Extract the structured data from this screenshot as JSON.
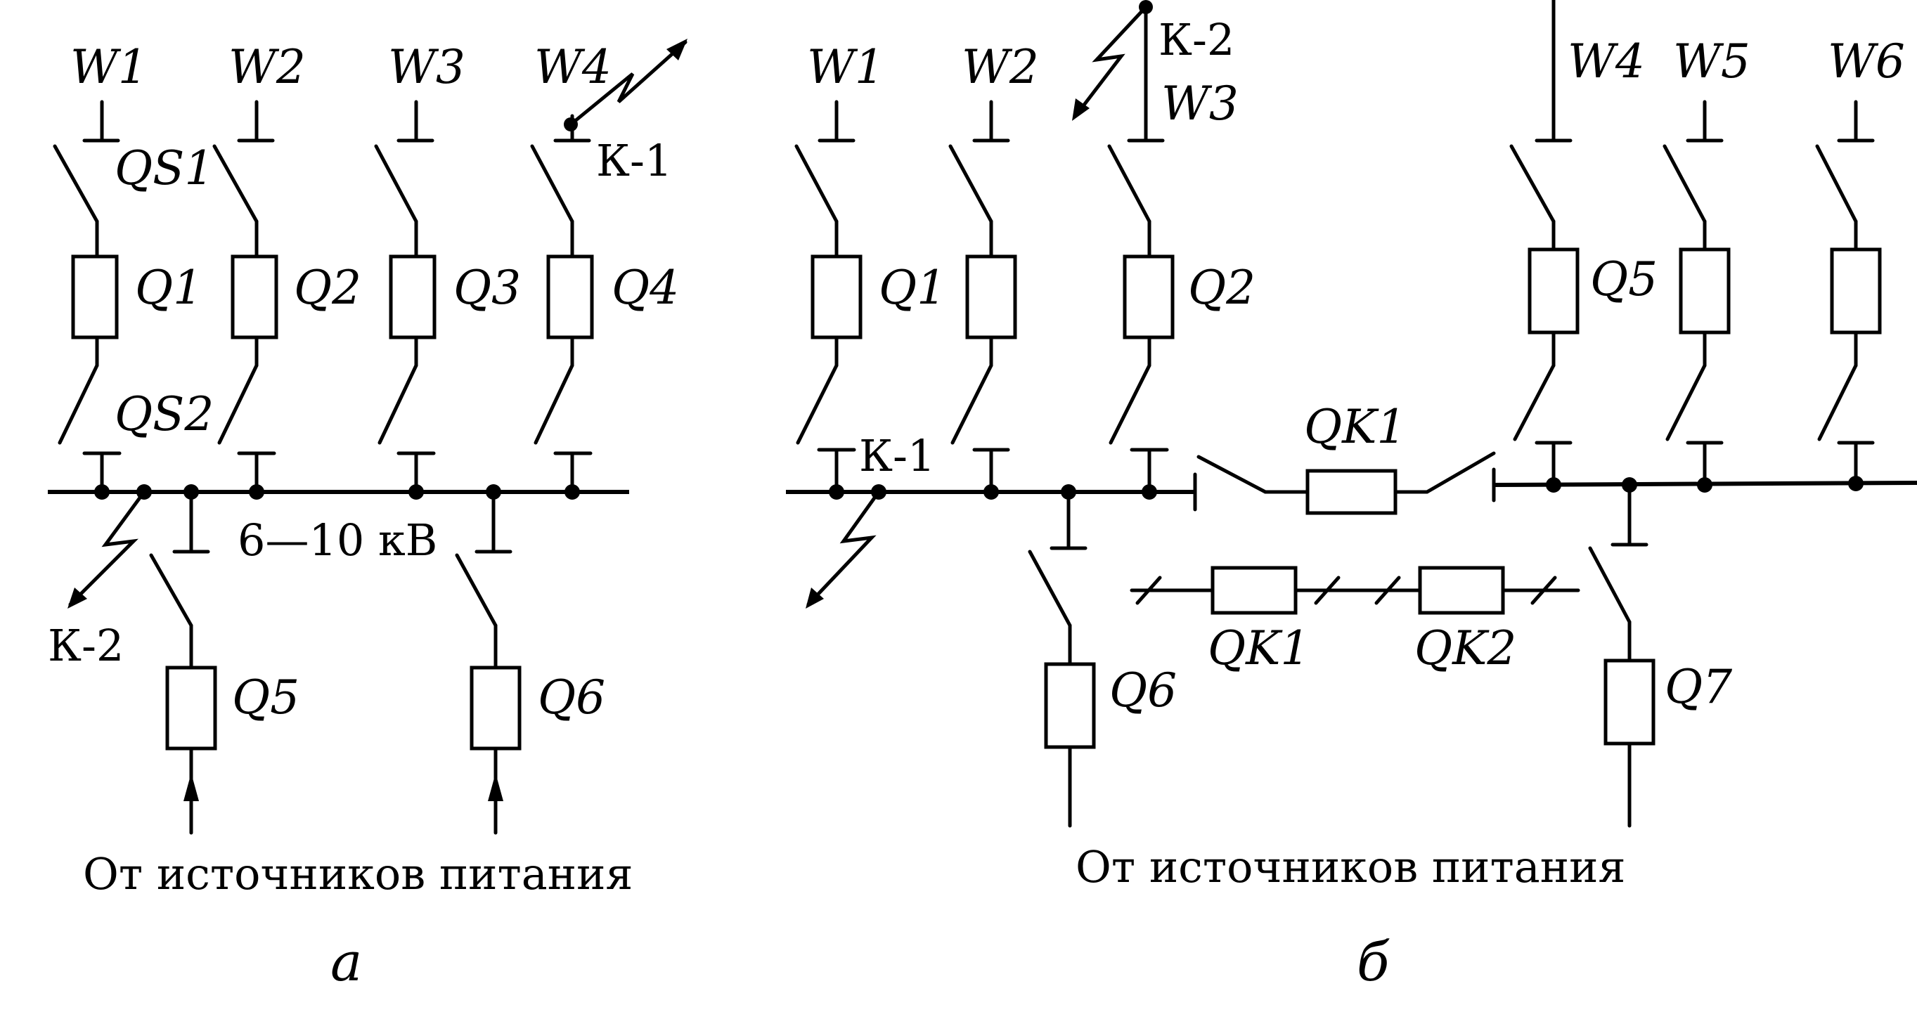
{
  "diagram_a": {
    "feeders": [
      "W1",
      "W2",
      "W3",
      "W4"
    ],
    "bus_disconnector_label": "QS1",
    "line_disconnector_label": "QS2",
    "breakers": [
      "Q1",
      "Q2",
      "Q3",
      "Q4"
    ],
    "source_breakers": [
      "Q5",
      "Q6"
    ],
    "fault_k1": "К-1",
    "fault_k2": "К-2",
    "voltage": "6—10 кВ",
    "sources_label": "От источников питания",
    "caption": "а"
  },
  "diagram_b": {
    "feeders": [
      "W1",
      "W2",
      "W3",
      "W4",
      "W5",
      "W6"
    ],
    "breakers": [
      "Q1",
      "Q2",
      "Q5"
    ],
    "source_breakers": [
      "Q6",
      "Q7"
    ],
    "fault_k1": "К-1",
    "fault_k2": "К-2",
    "sectional_breaker": "QK1",
    "split_breakers": [
      "QK1",
      "QK2"
    ],
    "sources_label": "От источников питания",
    "caption": "б"
  }
}
